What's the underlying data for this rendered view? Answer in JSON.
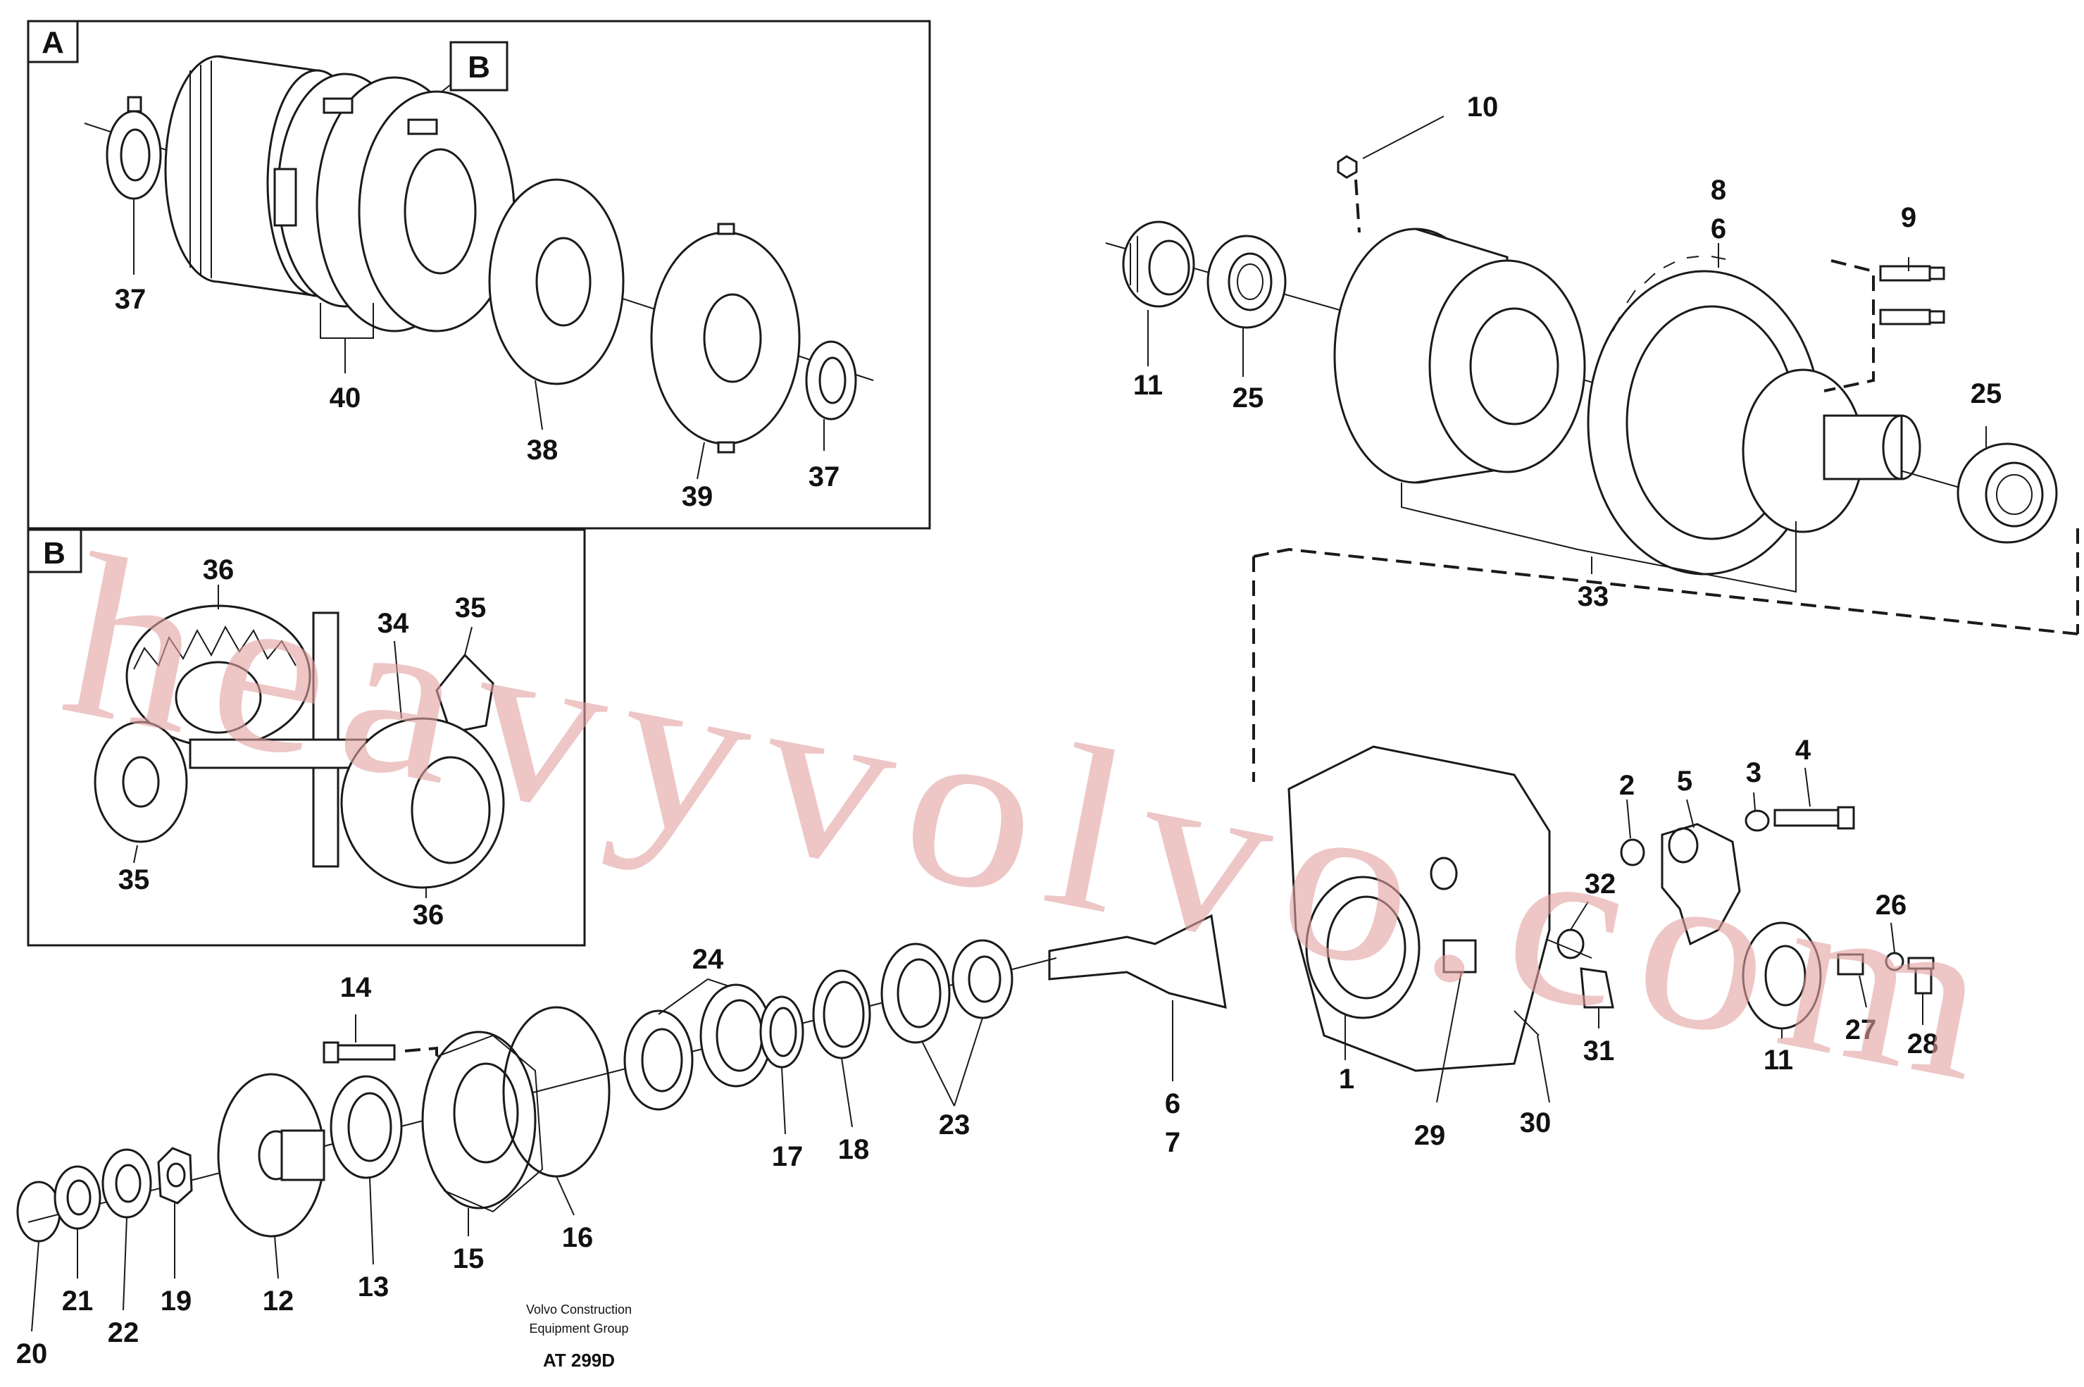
{
  "inset_a": {
    "letter": "A",
    "callout_letter": "B"
  },
  "inset_b": {
    "letter": "B"
  },
  "labels": {
    "l37a": "37",
    "l40": "40",
    "l38": "38",
    "l39": "39",
    "l37b": "37",
    "l36a": "36",
    "l34": "34",
    "l35a": "35",
    "l35b": "35",
    "l36b": "36",
    "l10": "10",
    "l8": "8",
    "l6a": "6",
    "l9": "9",
    "l11a": "11",
    "l25a": "25",
    "l25b": "25",
    "l33": "33",
    "l2": "2",
    "l5": "5",
    "l3": "3",
    "l4": "4",
    "l32": "32",
    "l26": "26",
    "l27": "27",
    "l28": "28",
    "l31": "31",
    "l11b": "11",
    "l1": "1",
    "l29": "29",
    "l30": "30",
    "l6b": "6",
    "l7": "7",
    "l14": "14",
    "l24": "24",
    "l23": "23",
    "l17": "17",
    "l18": "18",
    "l16": "16",
    "l15": "15",
    "l13": "13",
    "l12": "12",
    "l19": "19",
    "l21": "21",
    "l22": "22",
    "l20": "20"
  },
  "footer": {
    "line1": "Volvo Construction",
    "line2": "Equipment Group",
    "code": "AT 299D"
  },
  "watermark": "heavyvolvo.com"
}
